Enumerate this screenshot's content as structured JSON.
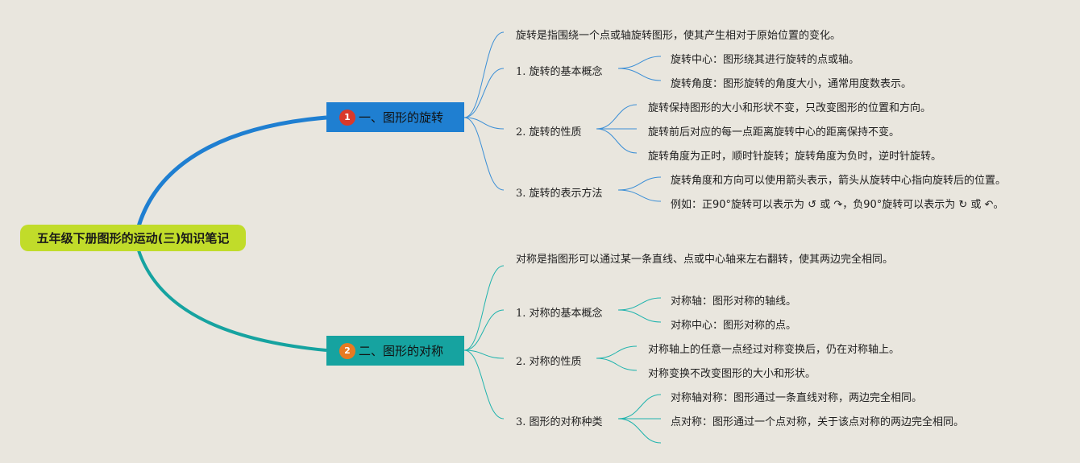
{
  "root": {
    "title": "五年级下册图形的运动(三)知识笔记"
  },
  "branches": [
    {
      "badge": "1",
      "title": "一、图形的旋转",
      "intro": "旋转是指围绕一个点或轴旋转图形，使其产生相对于原始位置的变化。",
      "subs": [
        {
          "title": "1. 旋转的基本概念",
          "items": [
            "旋转中心：图形绕其进行旋转的点或轴。",
            "旋转角度：图形旋转的角度大小，通常用度数表示。"
          ]
        },
        {
          "title": "2. 旋转的性质",
          "items": [
            "旋转保持图形的大小和形状不变，只改变图形的位置和方向。",
            "旋转前后对应的每一点距离旋转中心的距离保持不变。",
            "旋转角度为正时，顺时针旋转；旋转角度为负时，逆时针旋转。"
          ]
        },
        {
          "title": "3. 旋转的表示方法",
          "items": [
            "旋转角度和方向可以使用箭头表示，箭头从旋转中心指向旋转后的位置。",
            "例如：正90°旋转可以表示为 ↺ 或 ↷，负90°旋转可以表示为 ↻ 或 ↶。"
          ]
        }
      ]
    },
    {
      "badge": "2",
      "title": "二、图形的对称",
      "intro": "对称是指图形可以通过某一条直线、点或中心轴来左右翻转，使其两边完全相同。",
      "subs": [
        {
          "title": "1. 对称的基本概念",
          "items": [
            "对称轴：图形对称的轴线。",
            "对称中心：图形对称的点。"
          ]
        },
        {
          "title": "2. 对称的性质",
          "items": [
            "对称轴上的任意一点经过对称变换后，仍在对称轴上。",
            "对称变换不改变图形的大小和形状。"
          ]
        },
        {
          "title": "3. 图形的对称种类",
          "items": [
            "对称轴对称：图形通过一条直线对称，两边完全相同。",
            "点对称：图形通过一个点对称，关于该点对称的两边完全相同。",
            ""
          ]
        }
      ]
    }
  ],
  "colors": {
    "root": "#c1dc2a",
    "branch1": "#1f7fd1",
    "branch2": "#16a3a0",
    "badge1": "#d9392b",
    "badge2": "#e87a22",
    "background": "#e9e6de"
  }
}
